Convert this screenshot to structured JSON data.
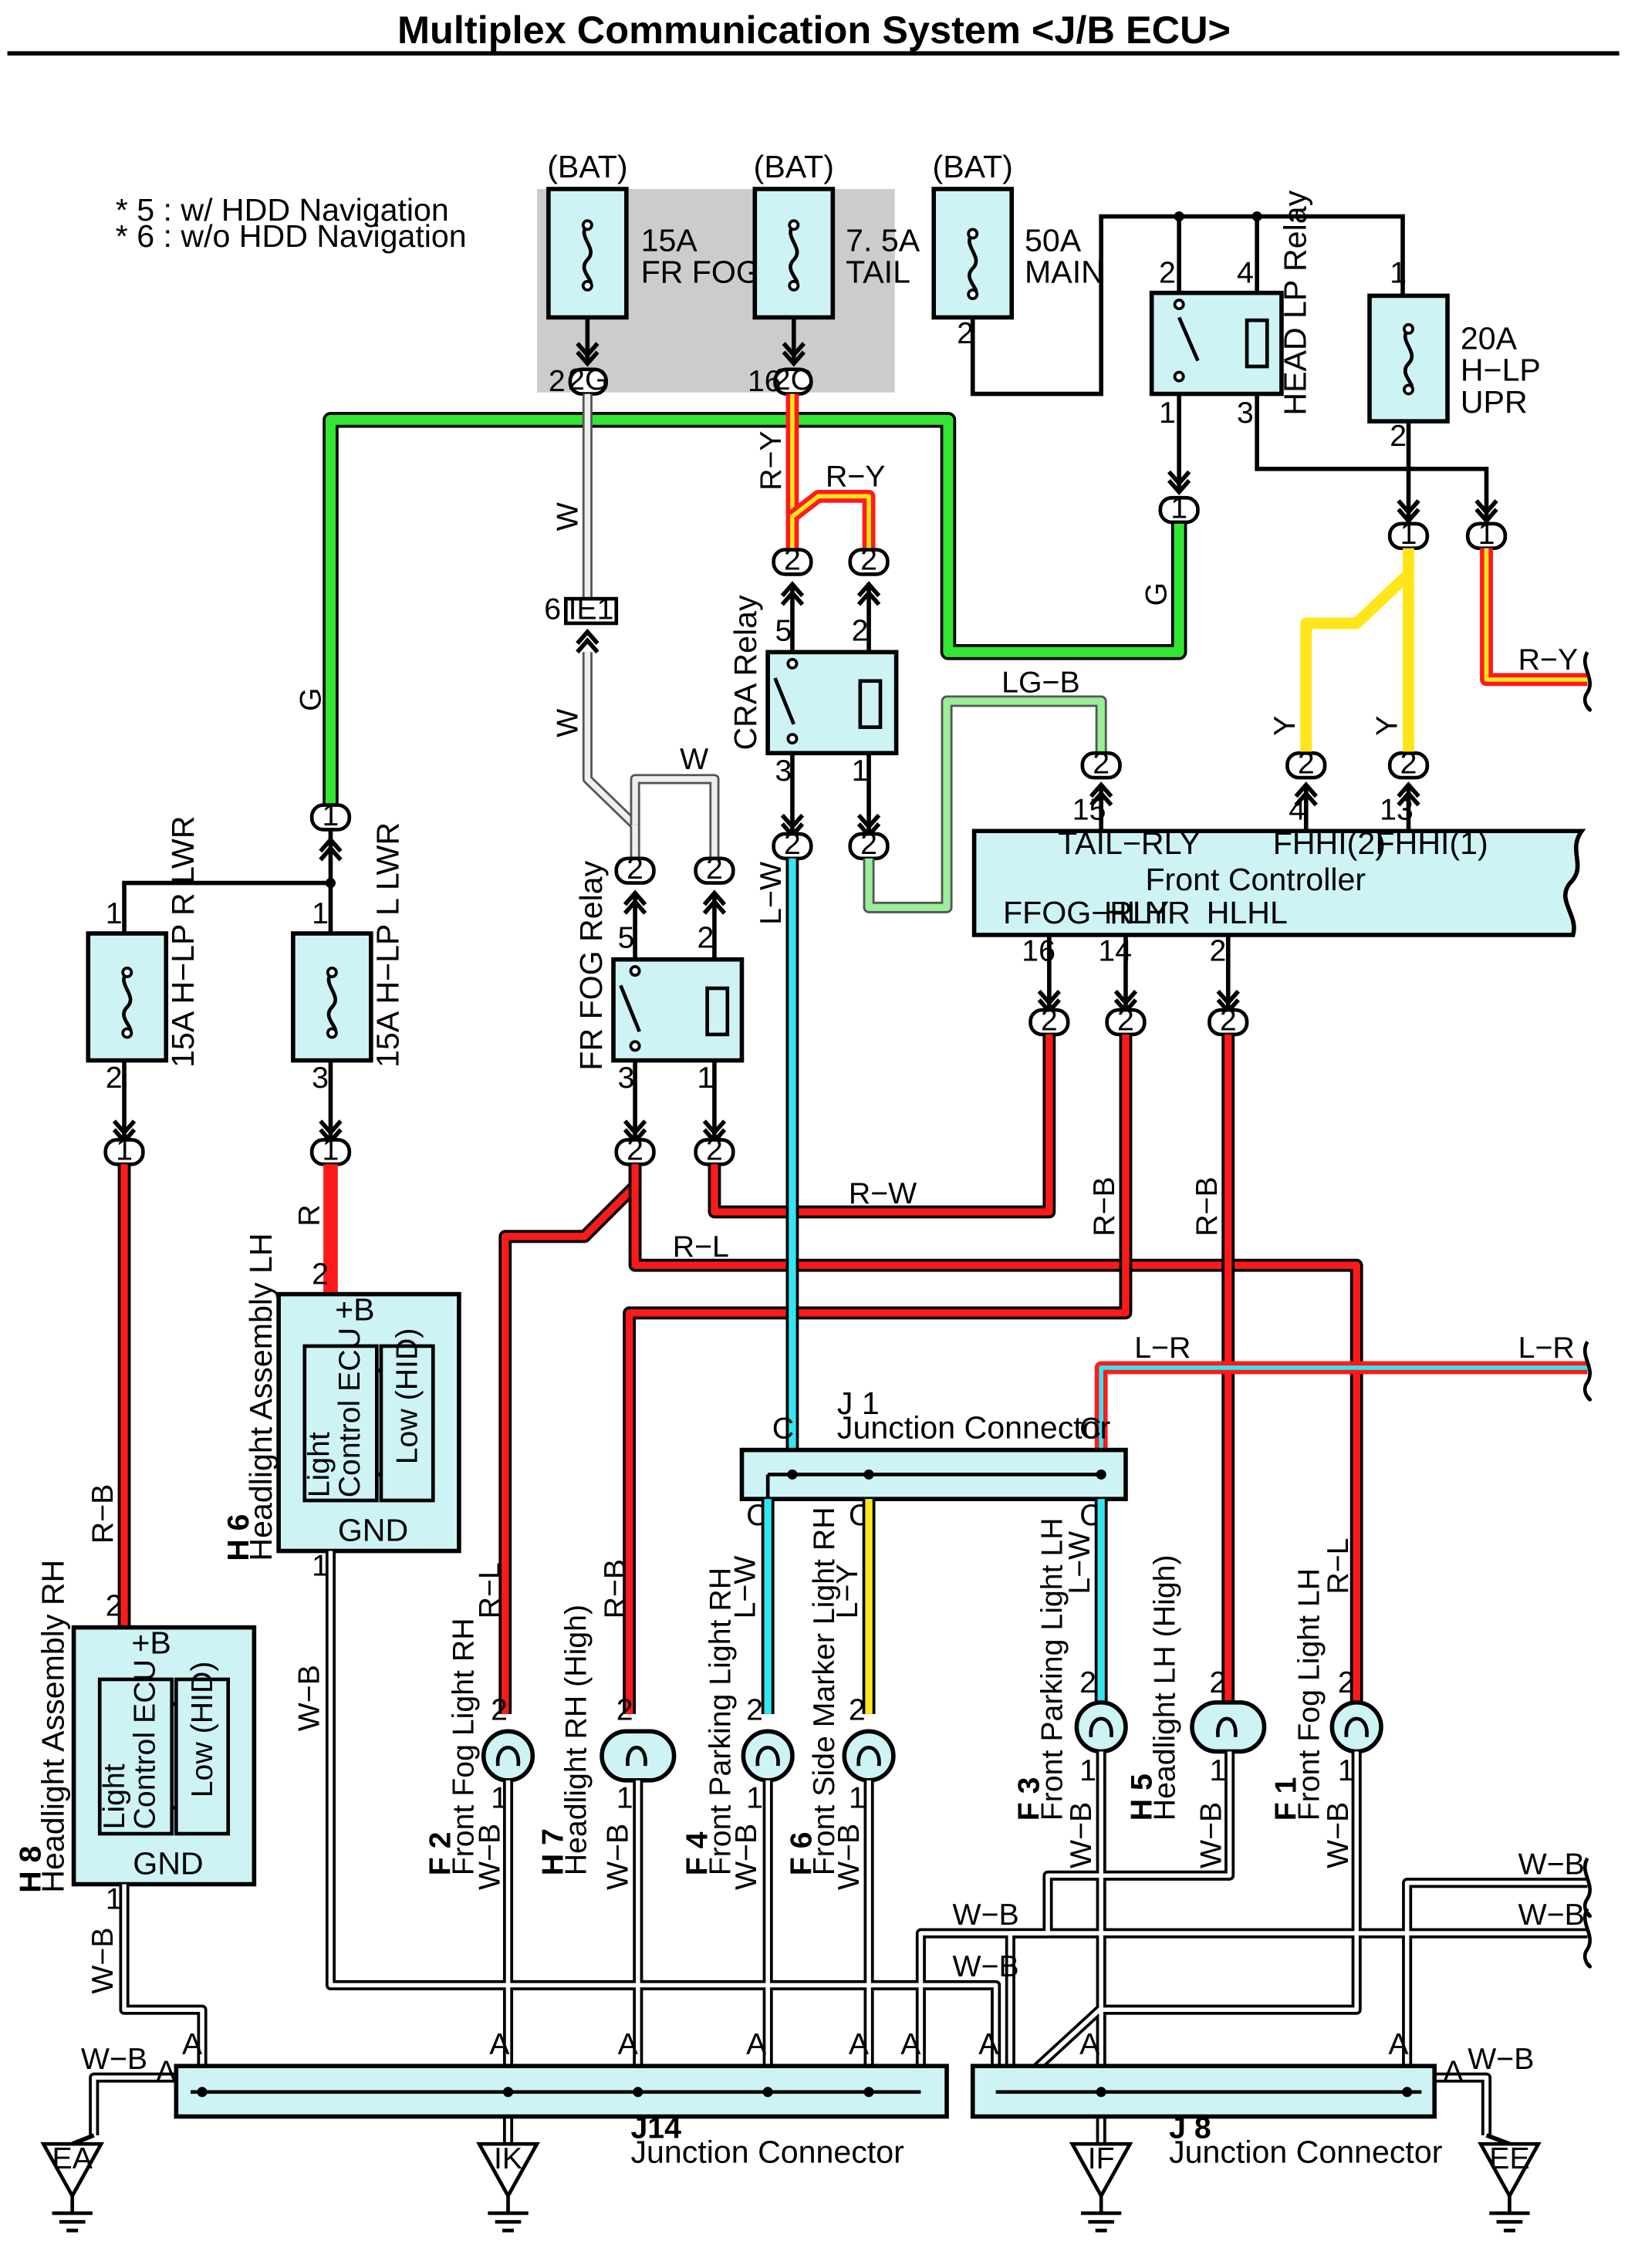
{
  "title": "Multiplex Communication System <J/B ECU>",
  "notes": [
    "* 5 : w/ HDD Navigation",
    "* 6 : w/o HDD Navigation"
  ],
  "power": {
    "bat": "(BAT)",
    "fuse_fog": "15A\nFR FOG",
    "fuse_tail": "7. 5A\nTAIL",
    "fuse_main": "50A\nMAIN",
    "fuse_hlp_upr": "20A\nH−LP\nUPR",
    "fuse_hlp_r_lwr": "15A H−LP R LWR",
    "fuse_hlp_l_lwr": "15A H−LP L LWR"
  },
  "relays": {
    "head_lp": "HEAD LP Relay",
    "cra": "CRA Relay",
    "fr_fog": "FR FOG Relay"
  },
  "connectors": {
    "c2g": "2G",
    "c2c": "2C",
    "ie1": "IE1",
    "one": "1",
    "two": "2"
  },
  "front_controller": {
    "name": "Front Controller",
    "pins": [
      "TAIL−RLY",
      "FHHI(2)",
      "FHHI(1)",
      "FFOG−RLY",
      "HLHR",
      "HLHL"
    ]
  },
  "wires": {
    "G": "G",
    "W": "W",
    "RY": "R−Y",
    "LGB": "LG−B",
    "Y": "Y",
    "LW": "L−W",
    "RW": "R−W",
    "RL": "R−L",
    "RB": "R−B",
    "LR": "L−R",
    "R": "R",
    "WB": "W−B",
    "LY": "L−Y"
  },
  "headlights": {
    "lh": {
      "code": "H 6",
      "name": "Headlight Assembly LH"
    },
    "rh": {
      "code": "H 8",
      "name": "Headlight Assembly RH"
    },
    "pb": "+B",
    "gnd": "GND",
    "ecu": "Light\nControl ECU",
    "low": "Low (HID)"
  },
  "lamps": [
    {
      "code": "F 2",
      "name": "Front Fog Light RH"
    },
    {
      "code": "H 7",
      "name": "Headlight RH (High)"
    },
    {
      "code": "F 4",
      "name": "Front Parking Light RH"
    },
    {
      "code": "F 6",
      "name": "Front Side Marker Light RH"
    },
    {
      "code": "F 3",
      "name": "Front Parking Light LH"
    },
    {
      "code": "H 5",
      "name": "Headlight LH (High)"
    },
    {
      "code": "F 1",
      "name": "Front Fog Light LH"
    }
  ],
  "junctions": {
    "j1": {
      "code": "J 1",
      "name": "Junction Connector"
    },
    "j14": {
      "code": "J14",
      "name": "Junction Connector"
    },
    "j8": {
      "code": "J 8",
      "name": "Junction Connector"
    }
  },
  "grounds": [
    "EA",
    "IK",
    "IF",
    "EE"
  ],
  "pins": {
    "p1": "1",
    "p2": "2",
    "p3": "3",
    "p4": "4",
    "p5": "5",
    "p6": "6",
    "p13": "13",
    "p14": "14",
    "p15": "15",
    "p16": "16",
    "A": "A",
    "C": "C"
  },
  "colors": {
    "green": "#33e633",
    "red": "#ff1a1a",
    "yellow": "#ffe61a",
    "cyan": "#33e6f2",
    "lgreen": "#99ee99",
    "box": "#cdf3f5",
    "gray": "#cccccc"
  }
}
